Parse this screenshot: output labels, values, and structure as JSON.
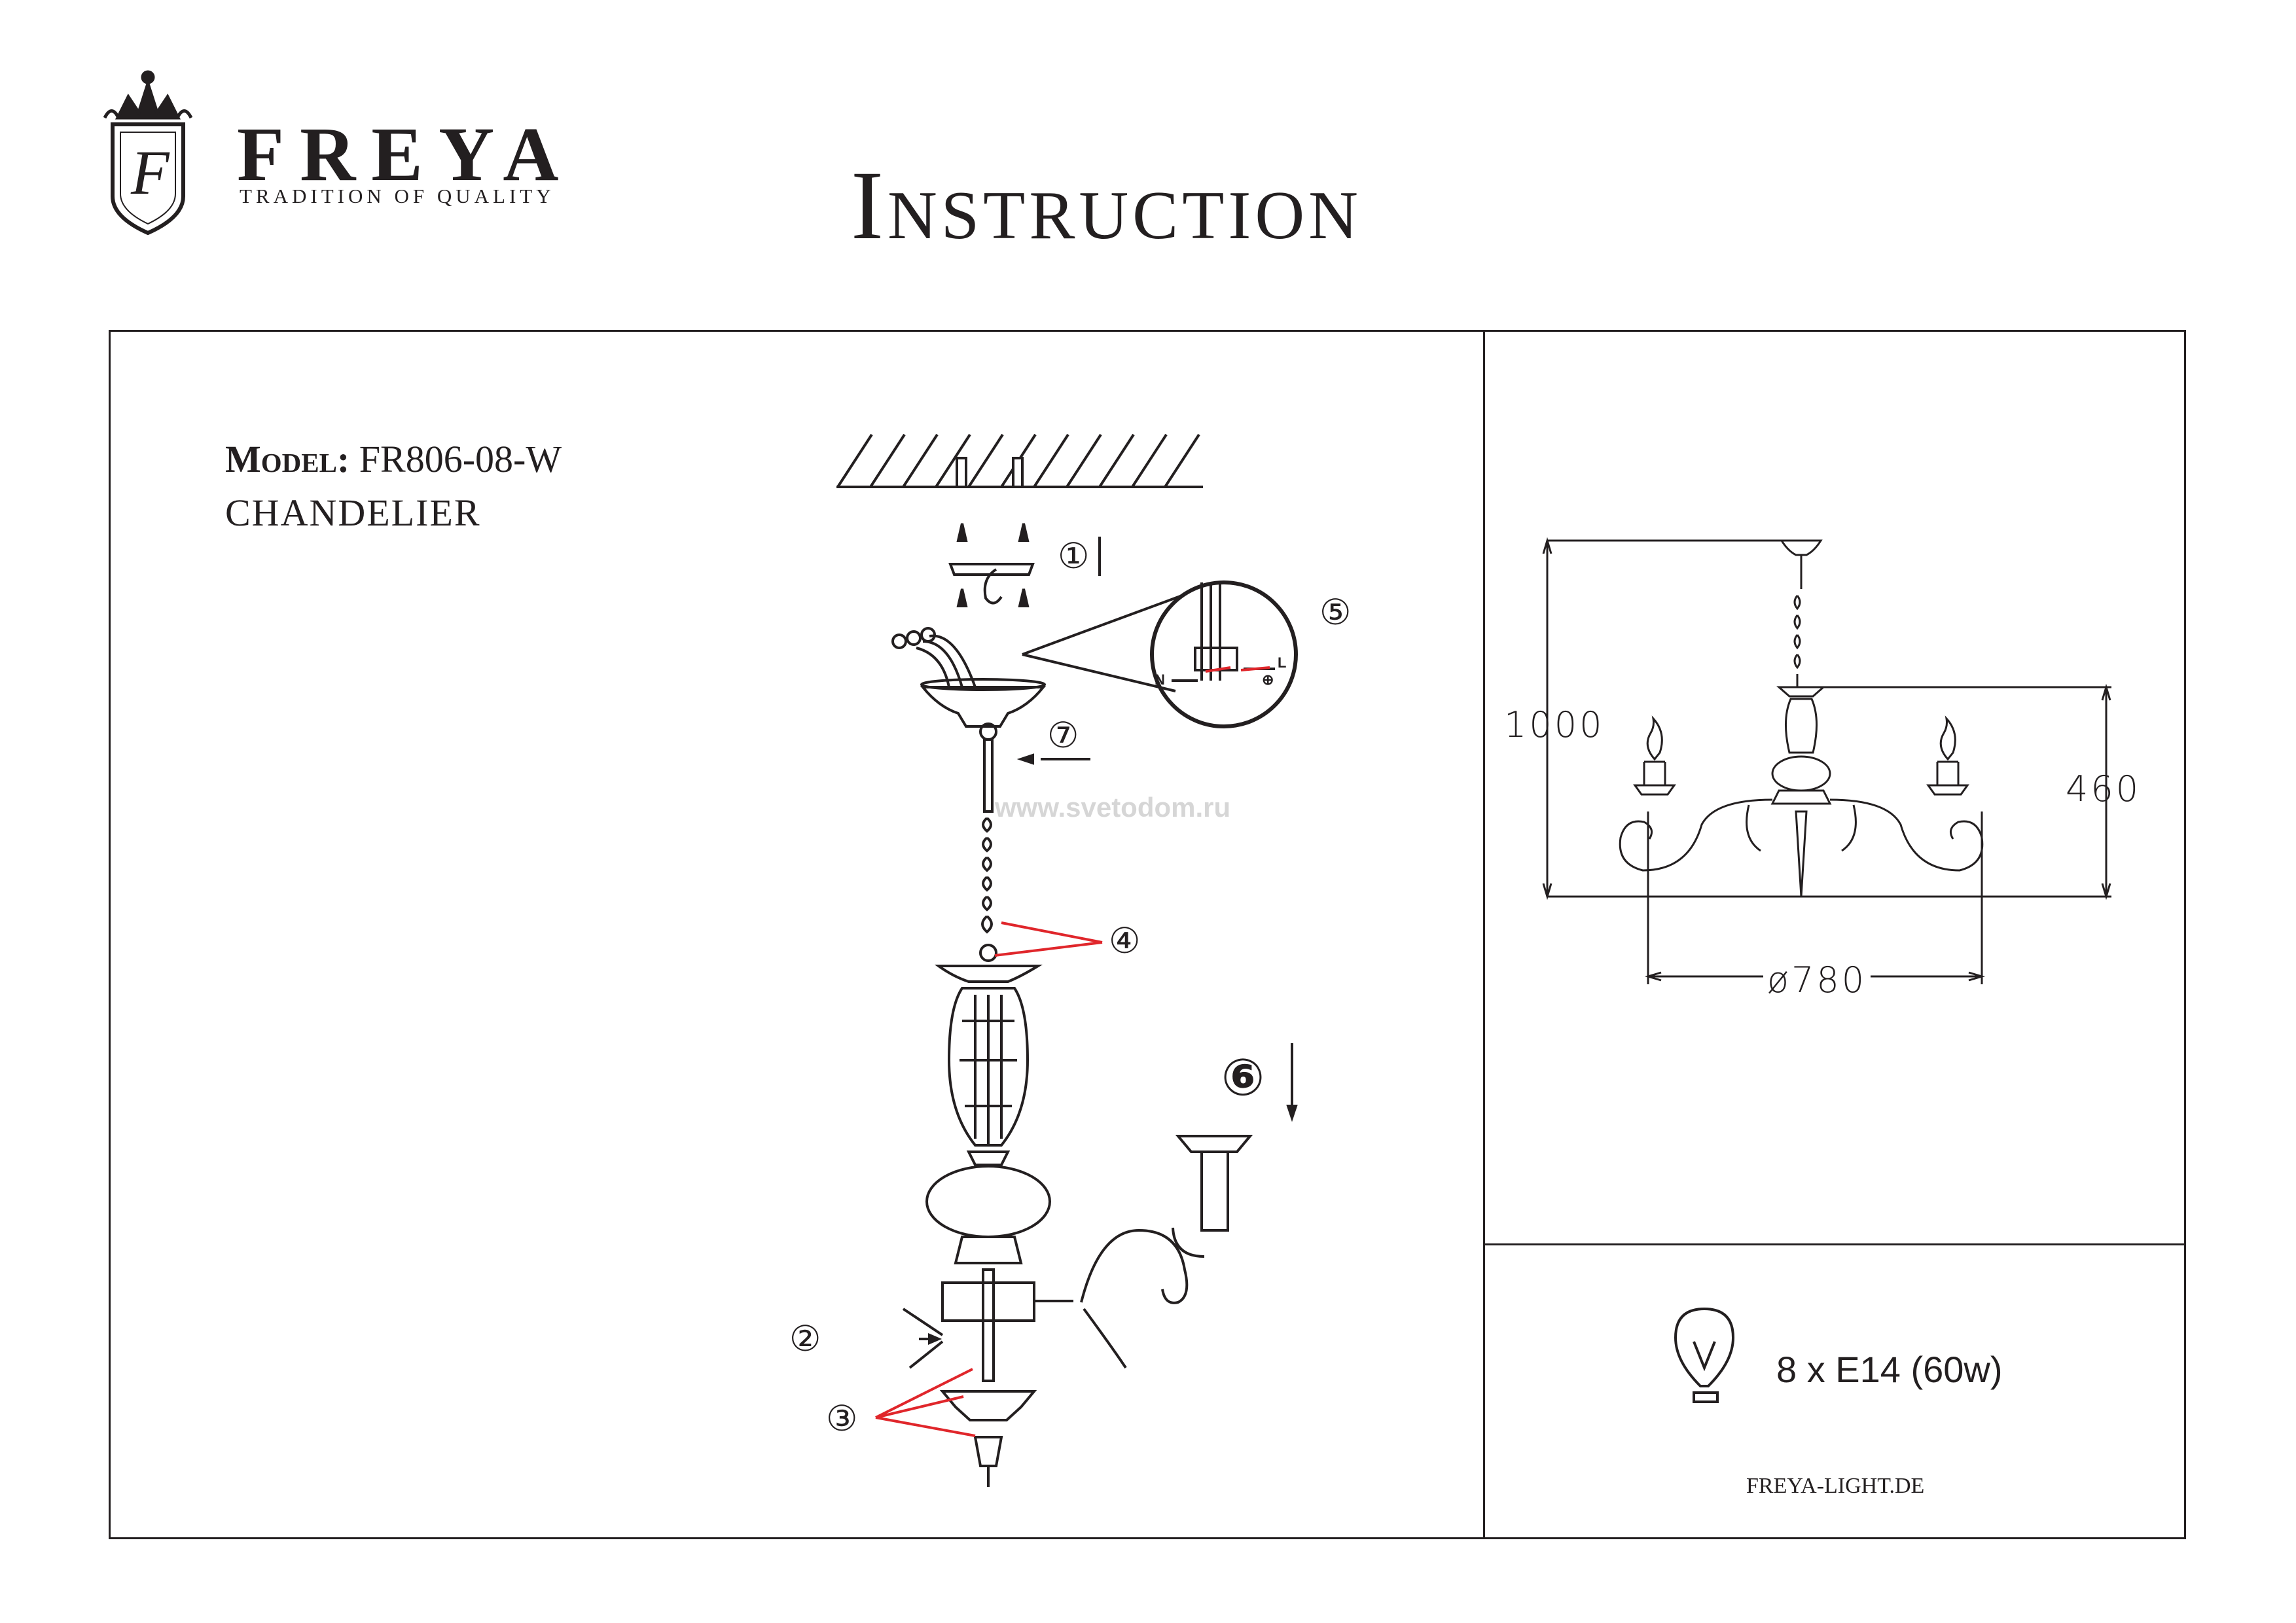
{
  "header": {
    "brand": "FREYA",
    "tagline": "TRADITION OF QUALITY",
    "logo_monogram": "F",
    "title": "Instruction"
  },
  "product": {
    "model_label": "Model:",
    "model_code": "FR806-08-W",
    "type": "CHANDELIER"
  },
  "steps": [
    "①",
    "②",
    "③",
    "④",
    "⑤",
    "⑥",
    "⑦"
  ],
  "wiring_labels": {
    "neutral": "N",
    "live": "L",
    "ground": "⊕"
  },
  "dimensions": {
    "height": "1000",
    "body_height": "460",
    "diameter": "ø780"
  },
  "bulb": {
    "spec": "8 x E14 (60w)",
    "icon": "light-bulb-icon"
  },
  "footer": {
    "website": "FREYA-LIGHT.DE"
  },
  "watermark": "www.svetodom.ru",
  "colors": {
    "ink": "#231f20",
    "arrow": "#e0262b",
    "watermark": "#d6d6d6"
  }
}
